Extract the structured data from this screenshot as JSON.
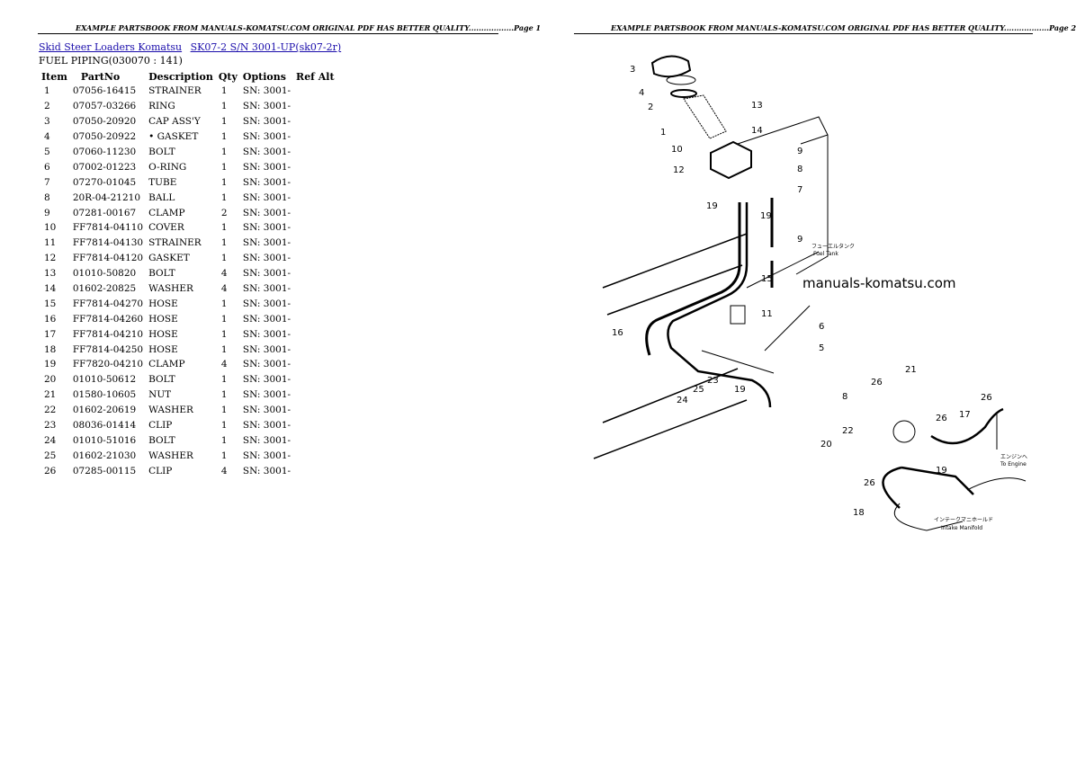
{
  "header": {
    "page1": "EXAMPLE PARTSBOOK FROM MANUALS-KOMATSU.COM ORIGINAL PDF HAS BETTER QUALITY..................Page 1",
    "page2": "EXAMPLE PARTSBOOK FROM MANUALS-KOMATSU.COM ORIGINAL PDF HAS BETTER QUALITY..................Page 2"
  },
  "breadcrumb": {
    "link1": "Skid Steer Loaders Komatsu",
    "link2": "SK07-2 S/N 3001-UP(sk07-2r)"
  },
  "subtitle": "FUEL PIPING(030070 : 141)",
  "columns": [
    "Item",
    "PartNo",
    "Description",
    "Qty",
    "Options",
    "Ref Alt"
  ],
  "rows": [
    [
      "1",
      "07056-16415",
      "STRAINER",
      "1",
      "SN: 3001-"
    ],
    [
      "2",
      "07057-03266",
      "RING",
      "1",
      "SN: 3001-"
    ],
    [
      "3",
      "07050-20920",
      "CAP ASS'Y",
      "1",
      "SN: 3001-"
    ],
    [
      "4",
      "07050-20922",
      "• GASKET",
      "1",
      "SN: 3001-"
    ],
    [
      "5",
      "07060-11230",
      "BOLT",
      "1",
      "SN: 3001-"
    ],
    [
      "6",
      "07002-01223",
      "O-RING",
      "1",
      "SN: 3001-"
    ],
    [
      "7",
      "07270-01045",
      "TUBE",
      "1",
      "SN: 3001-"
    ],
    [
      "8",
      "20R-04-21210",
      "BALL",
      "1",
      "SN: 3001-"
    ],
    [
      "9",
      "07281-00167",
      "CLAMP",
      "2",
      "SN: 3001-"
    ],
    [
      "10",
      "FF7814-04110",
      "COVER",
      "1",
      "SN: 3001-"
    ],
    [
      "11",
      "FF7814-04130",
      "STRAINER",
      "1",
      "SN: 3001-"
    ],
    [
      "12",
      "FF7814-04120",
      "GASKET",
      "1",
      "SN: 3001-"
    ],
    [
      "13",
      "01010-50820",
      "BOLT",
      "4",
      "SN: 3001-"
    ],
    [
      "14",
      "01602-20825",
      "WASHER",
      "4",
      "SN: 3001-"
    ],
    [
      "15",
      "FF7814-04270",
      "HOSE",
      "1",
      "SN: 3001-"
    ],
    [
      "16",
      "FF7814-04260",
      "HOSE",
      "1",
      "SN: 3001-"
    ],
    [
      "17",
      "FF7814-04210",
      "HOSE",
      "1",
      "SN: 3001-"
    ],
    [
      "18",
      "FF7814-04250",
      "HOSE",
      "1",
      "SN: 3001-"
    ],
    [
      "19",
      "FF7820-04210",
      "CLAMP",
      "4",
      "SN: 3001-"
    ],
    [
      "20",
      "01010-50612",
      "BOLT",
      "1",
      "SN: 3001-"
    ],
    [
      "21",
      "01580-10605",
      "NUT",
      "1",
      "SN: 3001-"
    ],
    [
      "22",
      "01602-20619",
      "WASHER",
      "1",
      "SN: 3001-"
    ],
    [
      "23",
      "08036-01414",
      "CLIP",
      "1",
      "SN: 3001-"
    ],
    [
      "24",
      "01010-51016",
      "BOLT",
      "1",
      "SN: 3001-"
    ],
    [
      "25",
      "01602-21030",
      "WASHER",
      "1",
      "SN: 3001-"
    ],
    [
      "26",
      "07285-00115",
      "CLIP",
      "4",
      "SN: 3001-"
    ]
  ],
  "watermark": "manuals-komatsu.com",
  "diagram": {
    "fuel_tank_jp": "フューエルタンク",
    "fuel_tank_en": "Fuel Tank",
    "engine_jp": "エンジンへ",
    "engine_en": "To Engine",
    "manifold_jp": "インテークマニホールド",
    "manifold_en": "Intake Manifold",
    "callouts": [
      "1",
      "2",
      "3",
      "4",
      "5",
      "6",
      "7",
      "8",
      "9",
      "9",
      "10",
      "11",
      "12",
      "13",
      "14",
      "15",
      "16",
      "19",
      "19",
      "19",
      "23",
      "24",
      "25",
      "26",
      "21",
      "26",
      "26",
      "17",
      "19",
      "8",
      "22",
      "20",
      "26",
      "18"
    ]
  }
}
